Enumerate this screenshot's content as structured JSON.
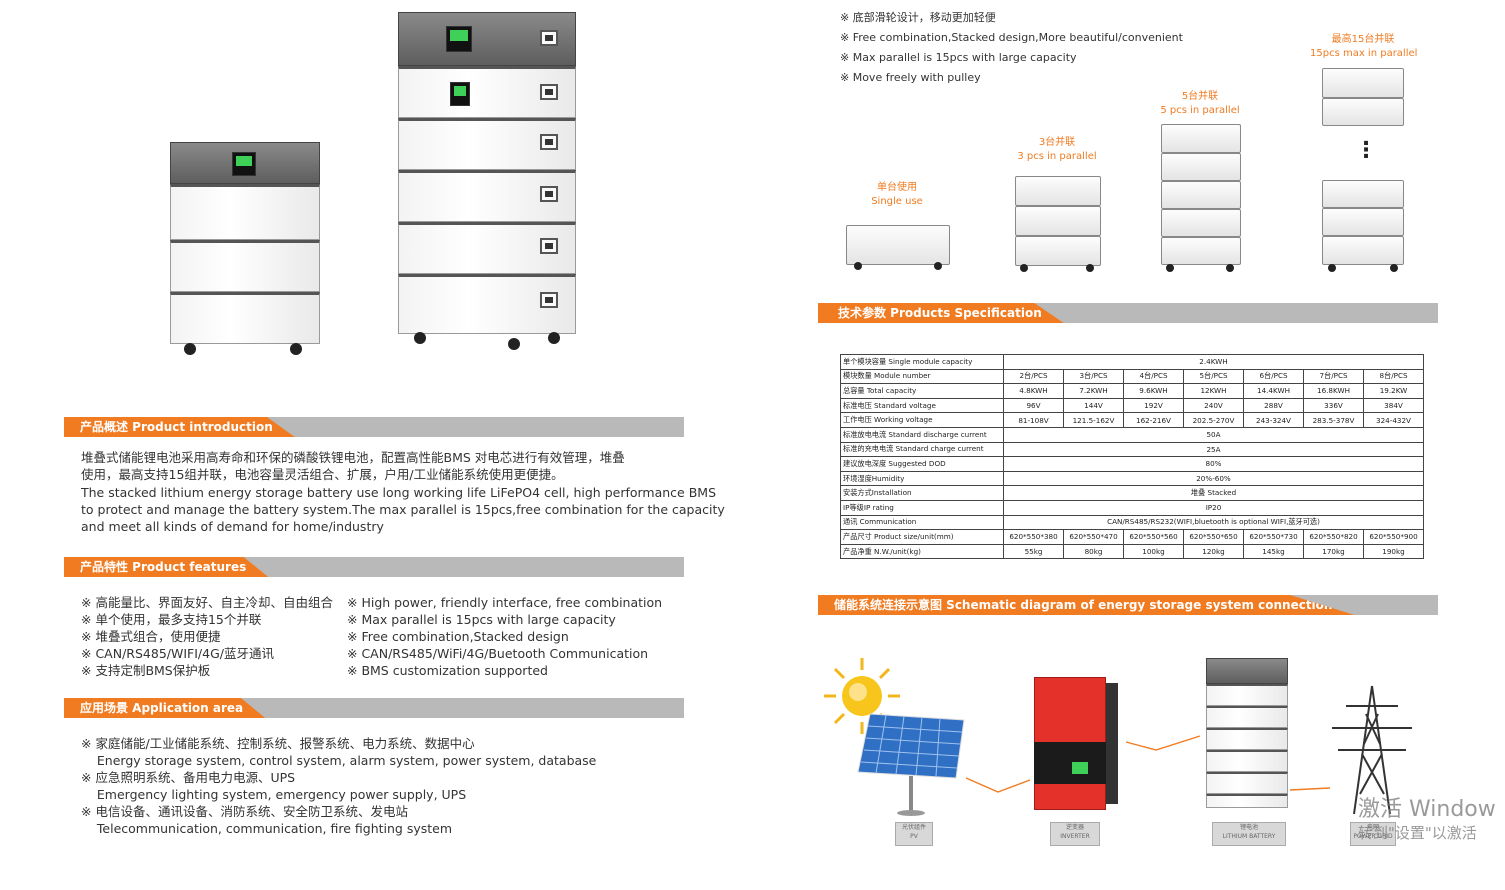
{
  "top_features_en": [
    "※ 底部滑轮设计，移动更加轻便",
    "※ Free combination,Stacked design,More beautiful/convenient",
    "※ Max parallel is 15pcs with large capacity",
    "※ Move freely with pulley"
  ],
  "parallel": {
    "single": [
      "单台使用",
      "Single use"
    ],
    "three": [
      "3台并联",
      "3 pcs in parallel"
    ],
    "five": [
      "5台并联",
      "5 pcs in parallel"
    ],
    "fifteen": [
      "最高15台并联",
      "15pcs max in parallel"
    ],
    "dots": "⋮"
  },
  "sections": {
    "intro": "产品概述  Product introduction",
    "features": "产品特性  Product features",
    "application": "应用场景  Application area",
    "spec": "技术参数 Products Specification",
    "schematic": "储能系统连接示意图 Schematic diagram of energy storage system connection"
  },
  "intro": [
    "堆叠式储能锂电池采用高寿命和环保的磷酸铁锂电池，配置高性能BMS 对电芯进行有效管理，堆叠",
    "使用，最高支持15组并联，电池容量灵活组合、扩展，户用/工业储能系统使用更便捷。",
    "The stacked lithium energy storage battery use long working life LiFePO4 cell, high performance BMS",
    "to protect and manage the battery system.The max parallel is 15pcs,free combination for the capacity",
    "and meet all kinds of demand for home/industry"
  ],
  "features_cn": [
    "※ 高能量比、界面友好、自主冷却、自由组合",
    "※ 单个使用，最多支持15个并联",
    "※ 堆叠式组合，使用便捷",
    "※ CAN/RS485/WIFI/4G/蓝牙通讯",
    "※ 支持定制BMS保护板"
  ],
  "features_en": [
    "※ High power, friendly interface, free combination",
    "※ Max parallel is 15pcs with large capacity",
    "※ Free combination,Stacked design",
    "※ CAN/RS485/WiFi/4G/Buetooth Communication",
    "※ BMS customization supported"
  ],
  "application": [
    "※ 家庭储能/工业储能系统、控制系统、报警系统、电力系统、数据中心",
    "    Energy storage system, control system, alarm system, power system, database",
    "※ 应急照明系统、备用电力电源、UPS",
    "    Emergency lighting system, emergency power supply, UPS",
    "※ 电信设备、通讯设备、消防系统、安全防卫系统、发电站",
    "    Telecommunication, communication, fire fighting system"
  ],
  "spec_rows": [
    {
      "label": "单个模块容量 Single module capacity",
      "span": "2.4KWH"
    },
    {
      "label": "模块数量 Module number",
      "cells": [
        "2台/PCS",
        "3台/PCS",
        "4台/PCS",
        "5台/PCS",
        "6台/PCS",
        "7台/PCS",
        "8台/PCS"
      ]
    },
    {
      "label": "总容量 Total capacity",
      "cells": [
        "4.8KWH",
        "7.2KWH",
        "9.6KWH",
        "12KWH",
        "14.4KWH",
        "16.8KWH",
        "19.2KW"
      ]
    },
    {
      "label": "标准电压 Standard voltage",
      "cells": [
        "96V",
        "144V",
        "192V",
        "240V",
        "288V",
        "336V",
        "384V"
      ]
    },
    {
      "label": "工作电压 Working voltage",
      "cells": [
        "81-108V",
        "121.5-162V",
        "162-216V",
        "202.5-270V",
        "243-324V",
        "283.5-378V",
        "324-432V"
      ]
    },
    {
      "label": "标准放电电流 Standard discharge current",
      "span": "50A"
    },
    {
      "label": "标准的充电电流 Standard charge current",
      "span": "25A"
    },
    {
      "label": "建议放电深度 Suggested DOD",
      "span": "80%"
    },
    {
      "label": "环境湿度Humidity",
      "span": "20%-60%"
    },
    {
      "label": "安装方式Installation",
      "span": "堆叠 Stacked"
    },
    {
      "label": "IP等级IP rating",
      "span": "IP20"
    },
    {
      "label": "通讯 Communication",
      "span": "CAN/RS485/RS232(WIFI,bluetooth is optional WIFI,蓝牙可选)"
    },
    {
      "label": "产品尺寸 Product size/unit(mm)",
      "cells": [
        "620*550*380",
        "620*550*470",
        "620*550*560",
        "620*550*650",
        "620*550*730",
        "620*550*820",
        "620*550*900"
      ]
    },
    {
      "label": "产品净重 N.W./unit(kg)",
      "cells": [
        "55kg",
        "80kg",
        "100kg",
        "120kg",
        "145kg",
        "170kg",
        "190kg"
      ]
    }
  ],
  "schematic_labels": {
    "pv": [
      "光伏组件",
      "PV"
    ],
    "inverter": [
      "逆变器",
      "INVERTER"
    ],
    "battery": [
      "锂电池",
      "LITHIUM BATTERY"
    ],
    "grid": [
      "电网",
      "POWER GRID"
    ]
  },
  "watermark": [
    "激活 Window",
    "转到\"设置\"以激活"
  ]
}
